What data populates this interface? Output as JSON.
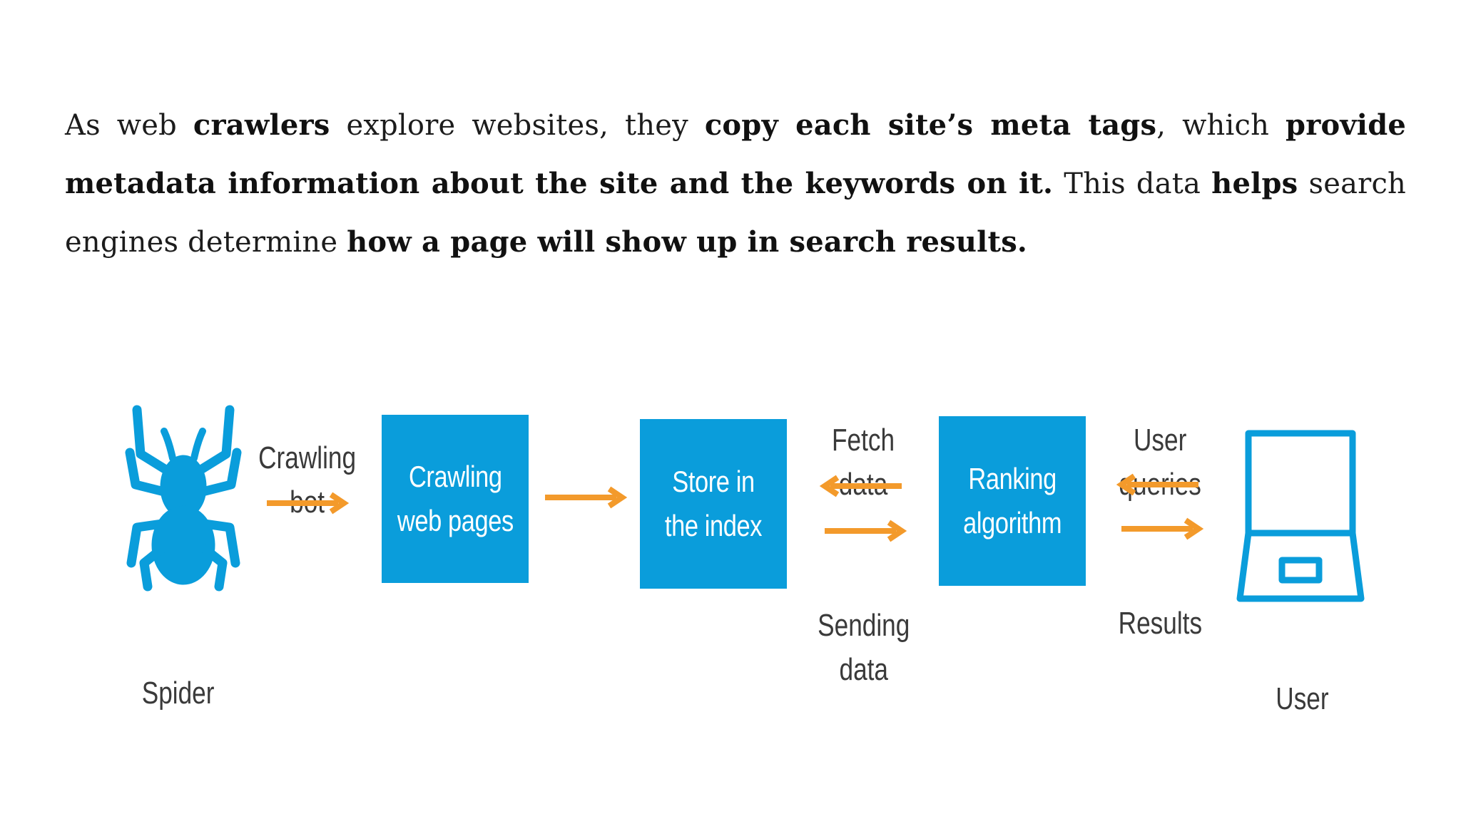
{
  "paragraph": {
    "s1": "As web ",
    "b1": "crawlers",
    "s2": " explore websites, they ",
    "b2": "copy each site’s meta tags",
    "s3": ", which ",
    "b3": "provide metadata information about the site and the keywords on it.",
    "s4": " This data ",
    "b4": "helps",
    "s5": " search engines determine ",
    "b5": "how a page will show up in search results."
  },
  "diagram": {
    "spider_label": "Spider",
    "crawling_bot_label": "Crawling\nbot",
    "box_crawling": "Crawling\nweb pages",
    "box_store": "Store in\nthe index",
    "fetch_label": "Fetch\ndata",
    "sending_label": "Sending\ndata",
    "box_ranking": "Ranking\nalgorithm",
    "user_queries_label": "User\nqueries",
    "results_label": "Results",
    "user_label": "User",
    "colors": {
      "box": "#0a9ddb",
      "arrow": "#f39a2b",
      "icon": "#0a9ddb"
    }
  }
}
